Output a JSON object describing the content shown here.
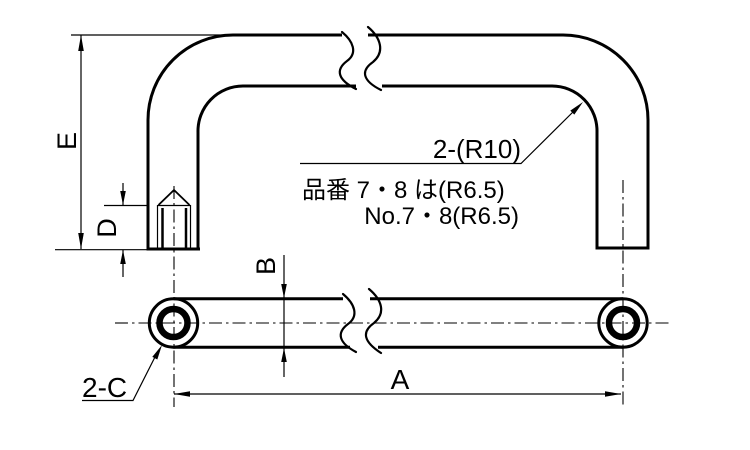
{
  "drawing": {
    "colors": {
      "line": "#000000",
      "background": "#ffffff"
    },
    "front_view": {
      "height_dim_label": "E",
      "thread_depth_dim_label": "D",
      "bend_radius_callout": "2-(R10)",
      "bend_radius_note_line1": "品番 7・8 は(R6.5)",
      "bend_radius_note_line2": "No.7・8(R6.5)"
    },
    "bottom_view": {
      "bar_diameter_dim_label": "B",
      "span_dim_label": "A",
      "chamfer_callout": "2-C"
    }
  }
}
